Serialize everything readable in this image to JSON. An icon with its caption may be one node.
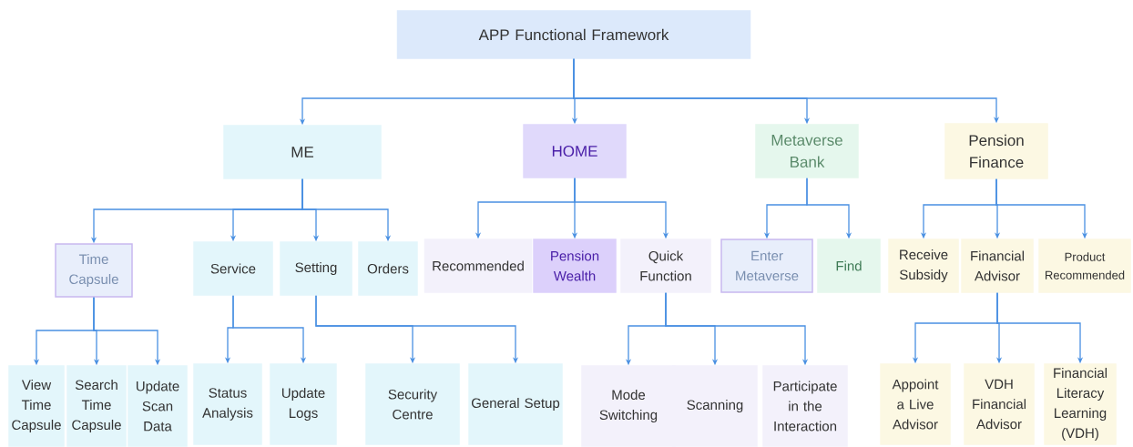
{
  "diagram": {
    "nodes": [
      {
        "text": [
          "APP Functional Framework"
        ]
      },
      {
        "text": [
          "ME"
        ]
      },
      {
        "text": [
          "HOME"
        ]
      },
      {
        "text": [
          "Metaverse Bank"
        ]
      },
      {
        "text": [
          "Pension Finance"
        ]
      },
      {
        "text": [
          "Time Capsule"
        ]
      },
      {
        "text": [
          "Service"
        ]
      },
      {
        "text": [
          "Setting"
        ]
      },
      {
        "text": [
          "Orders"
        ]
      },
      {
        "text": [
          "Recommended"
        ]
      },
      {
        "text": [
          "Pension Wealth"
        ]
      },
      {
        "text": [
          "Quick Function"
        ]
      },
      {
        "text": [
          "Enter Metaverse"
        ]
      },
      {
        "text": [
          "Find"
        ]
      },
      {
        "text": [
          "Receive Subsidy"
        ]
      },
      {
        "text": [
          "Financial Advisor"
        ]
      },
      {
        "text": [
          "Product Recommended"
        ]
      },
      {
        "text": [
          "View Time Capsule"
        ]
      },
      {
        "text": [
          "Search Time Capsule"
        ]
      },
      {
        "text": [
          "Update Scan Data"
        ]
      },
      {
        "text": [
          "Status Analysis"
        ]
      },
      {
        "text": [
          "Update Logs"
        ]
      },
      {
        "text": [
          "Security Centre"
        ]
      },
      {
        "text": [
          "General Setup"
        ]
      },
      {
        "text": [
          "Mode Switching"
        ]
      },
      {
        "text": [
          "Scanning"
        ]
      },
      {
        "text": [
          "Participate in the Interaction"
        ]
      },
      {
        "text": [
          "Appoint a Live Advisor"
        ]
      },
      {
        "text": [
          "VDH Financial Advisor"
        ]
      },
      {
        "text": [
          "Financial Literacy Learning (VDH)"
        ]
      }
    ],
    "edges": [
      {
        "from": 0,
        "to": 1,
        "arrow": "to"
      },
      {
        "from": 0,
        "to": 2,
        "arrow": "to"
      },
      {
        "from": 0,
        "to": 3,
        "arrow": "to"
      },
      {
        "from": 0,
        "to": 4,
        "arrow": "to"
      },
      {
        "from": 1,
        "to": 5,
        "arrow": "to"
      },
      {
        "from": 1,
        "to": 6,
        "arrow": "to"
      },
      {
        "from": 1,
        "to": 7,
        "arrow": "to"
      },
      {
        "from": 1,
        "to": 8,
        "arrow": "to"
      },
      {
        "from": 2,
        "to": 9,
        "arrow": "to"
      },
      {
        "from": 2,
        "to": 10,
        "arrow": "to"
      },
      {
        "from": 2,
        "to": 11,
        "arrow": "to"
      },
      {
        "from": 3,
        "to": 12,
        "arrow": "to"
      },
      {
        "from": 3,
        "to": 13,
        "arrow": "to"
      },
      {
        "from": 4,
        "to": 14,
        "arrow": "to"
      },
      {
        "from": 4,
        "to": 15,
        "arrow": "to"
      },
      {
        "from": 4,
        "to": 16,
        "arrow": "to"
      },
      {
        "from": 5,
        "to": 17,
        "arrow": "to"
      },
      {
        "from": 5,
        "to": 18,
        "arrow": "to"
      },
      {
        "from": 5,
        "to": 19,
        "arrow": "to"
      },
      {
        "from": 6,
        "to": 20,
        "arrow": "to"
      },
      {
        "from": 6,
        "to": 21,
        "arrow": "to"
      },
      {
        "from": 7,
        "to": 22,
        "arrow": "to"
      },
      {
        "from": 7,
        "to": 23,
        "arrow": "to"
      },
      {
        "from": 11,
        "to": 24,
        "arrow": "to"
      },
      {
        "from": 11,
        "to": 25,
        "arrow": "to"
      },
      {
        "from": 11,
        "to": 26,
        "arrow": "to"
      },
      {
        "from": 15,
        "to": 27,
        "arrow": "to"
      },
      {
        "from": 15,
        "to": 28,
        "arrow": "to"
      },
      {
        "from": 15,
        "to": 29,
        "arrow": "to"
      }
    ]
  }
}
